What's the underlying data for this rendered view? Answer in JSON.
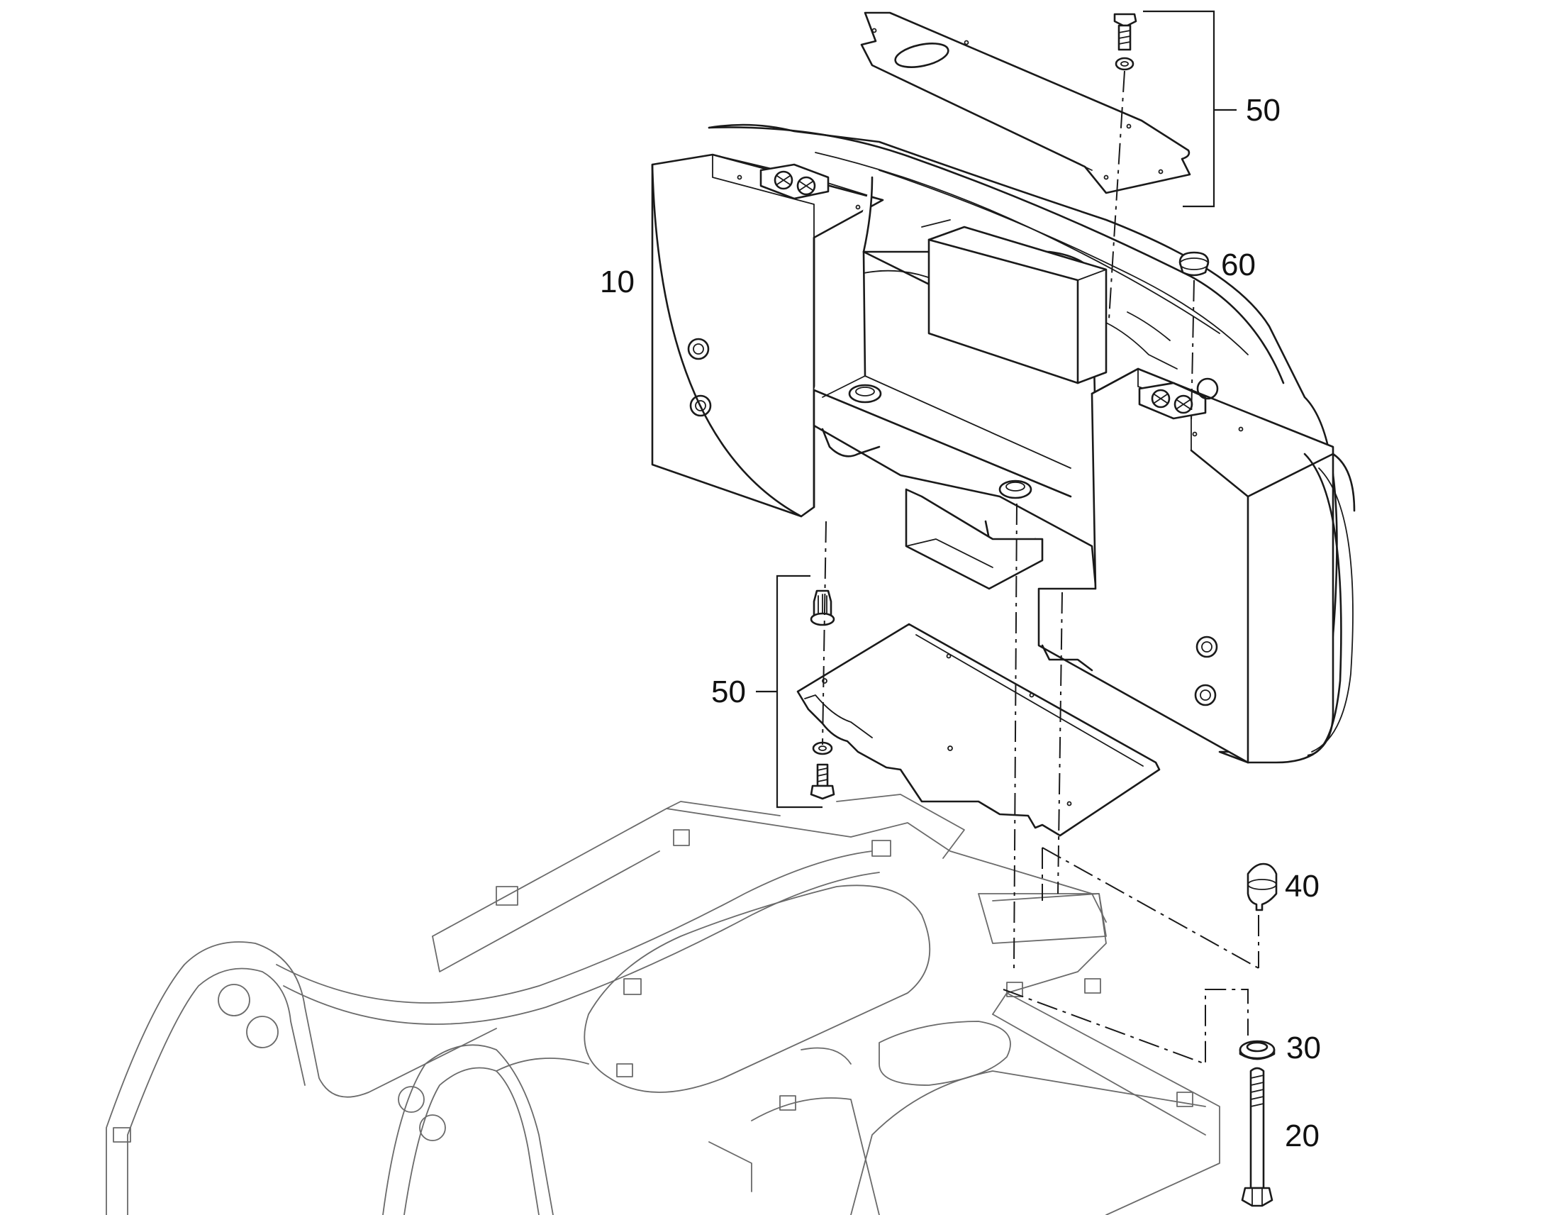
{
  "callouts": [
    {
      "id": "part-10",
      "label": "10"
    },
    {
      "id": "part-20",
      "label": "20"
    },
    {
      "id": "part-30",
      "label": "30"
    },
    {
      "id": "part-40",
      "label": "40"
    },
    {
      "id": "part-50-top",
      "label": "50"
    },
    {
      "id": "part-50-bottom",
      "label": "50"
    },
    {
      "id": "part-60",
      "label": "60"
    }
  ]
}
